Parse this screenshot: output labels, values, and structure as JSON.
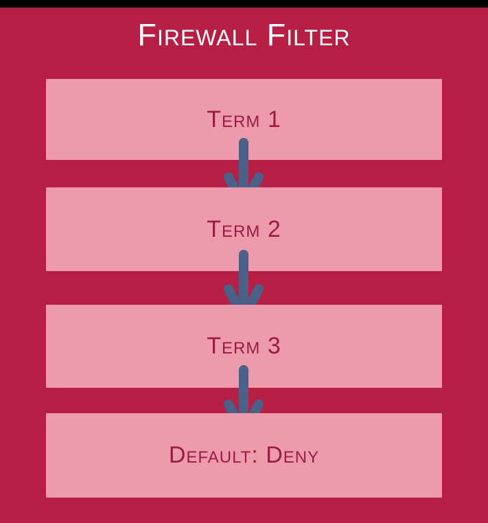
{
  "title": "Firewall Filter",
  "flow": {
    "arrow_direction": "down",
    "boxes": [
      {
        "label": "Term 1"
      },
      {
        "label": "Term 2"
      },
      {
        "label": "Term 3"
      },
      {
        "label": "Default: Deny"
      }
    ]
  },
  "colors": {
    "background": "#B71E45",
    "top_bar": "#000000",
    "box_fill": "#EE9AAD",
    "box_text": "#9C1B42",
    "title_text": "#FFFFFF",
    "arrow": "#4A6086"
  }
}
